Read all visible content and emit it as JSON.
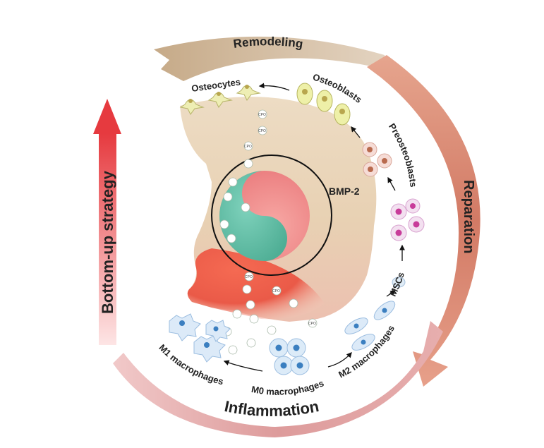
{
  "strategy_label": "Bottom-up strategy",
  "stages": {
    "inflammation": "Inflammation",
    "reparation": "Reparation",
    "remodeling": "Remodeling"
  },
  "cells": {
    "m1": "M1 macrophages",
    "m0": "M0 macrophages",
    "m2": "M2 macrophages",
    "mscs": "MSCs",
    "preosteoblasts": "Preosteoblasts",
    "osteoblasts": "Osteoblasts",
    "osteocytes": "Osteocytes"
  },
  "factor": "BMP-2",
  "particle_label": "CPO",
  "colors": {
    "inflammation_band": "#e3a6a6",
    "reparation_band": "#d98270",
    "remodeling_band": "#cdb497",
    "strategy_arrow_top": "#e83a40",
    "strategy_arrow_bottom": "#fbe0e0",
    "bone": "#ead7bd",
    "inflamed_tissue": "#ee5a48",
    "teal_half": "#5fbfa6",
    "pink_half": "#f08e8e"
  }
}
